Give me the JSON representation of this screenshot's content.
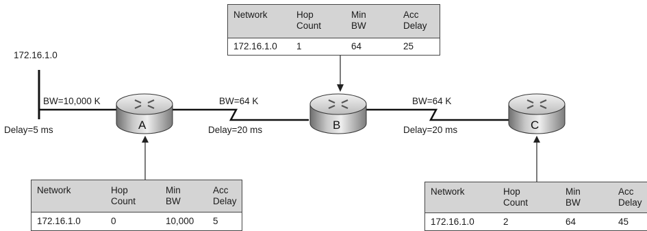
{
  "source_network": "172.16.1.0",
  "links": {
    "source_link": {
      "bw": "BW=10,000 K",
      "delay": "Delay=5 ms"
    },
    "a_b_link": {
      "bw": "BW=64 K",
      "delay": "Delay=20 ms"
    },
    "b_c_link": {
      "bw": "BW=64 K",
      "delay": "Delay=20 ms"
    }
  },
  "routers": {
    "a": "A",
    "b": "B",
    "c": "C"
  },
  "tables": {
    "router_a": {
      "headers": {
        "network": "Network",
        "hop1": "Hop",
        "hop2": "Count",
        "bw1": "Min",
        "bw2": "BW",
        "delay1": "Acc",
        "delay2": "Delay"
      },
      "row": {
        "network": "172.16.1.0",
        "hop": "0",
        "bw": "10,000",
        "delay": "5"
      }
    },
    "router_b": {
      "headers": {
        "network": "Network",
        "hop1": "Hop",
        "hop2": "Count",
        "bw1": "Min",
        "bw2": "BW",
        "delay1": "Acc",
        "delay2": "Delay"
      },
      "row": {
        "network": "172.16.1.0",
        "hop": "1",
        "bw": "64",
        "delay": "25"
      }
    },
    "router_c": {
      "headers": {
        "network": "Network",
        "hop1": "Hop",
        "hop2": "Count",
        "bw1": "Min",
        "bw2": "BW",
        "delay1": "Acc",
        "delay2": "Delay"
      },
      "row": {
        "network": "172.16.1.0",
        "hop": "2",
        "bw": "64",
        "delay": "45"
      }
    }
  }
}
